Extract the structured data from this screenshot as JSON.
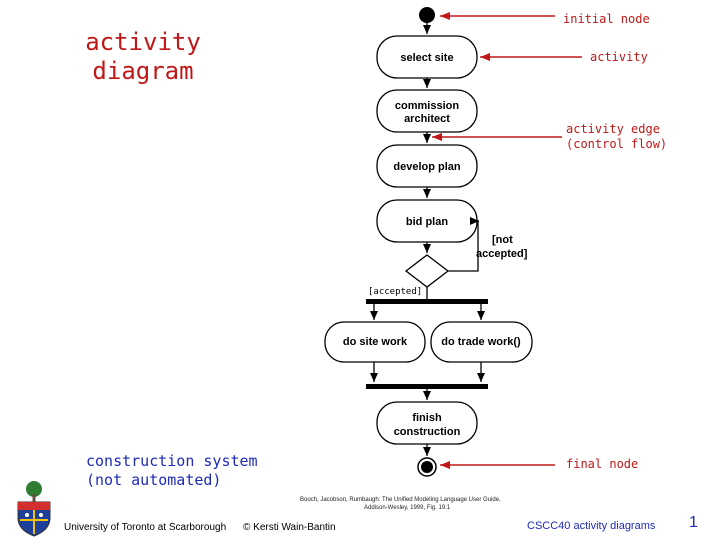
{
  "title": {
    "line1": "activity",
    "line2": "diagram"
  },
  "callouts": {
    "initial": "initial node",
    "activity": "activity",
    "edge_line1": "activity edge",
    "edge_line2": "(control flow)",
    "final": "final node"
  },
  "activities": {
    "select_site": "select site",
    "commission_line1": "commission",
    "commission_line2": "architect",
    "develop_plan": "develop plan",
    "bid_plan": "bid plan",
    "site_work": "do site work",
    "trade_work": "do trade work()",
    "finish_line1": "finish",
    "finish_line2": "construction"
  },
  "guards": {
    "not_accepted_line1": "[not",
    "not_accepted_line2": "accepted]",
    "accepted": "[accepted]"
  },
  "caption": {
    "line1": "construction system",
    "line2": "(not automated)"
  },
  "citation": {
    "line1": "Booch, Jacobson, Rumbaugh: The Unified Modeling Language User Guide,",
    "line2": "Addison-Wesley, 1999, Fig. 19.1"
  },
  "footer": {
    "university": "University of Toronto at Scarborough",
    "author": "© Kersti Wain-Bantin",
    "course": "CSCC40  activity diagrams",
    "page": "1"
  },
  "colors": {
    "accent_red": "#c01818",
    "accent_blue": "#1d2bb8",
    "ink": "#000000"
  },
  "icons": {
    "logo": "university-crest-icon"
  }
}
